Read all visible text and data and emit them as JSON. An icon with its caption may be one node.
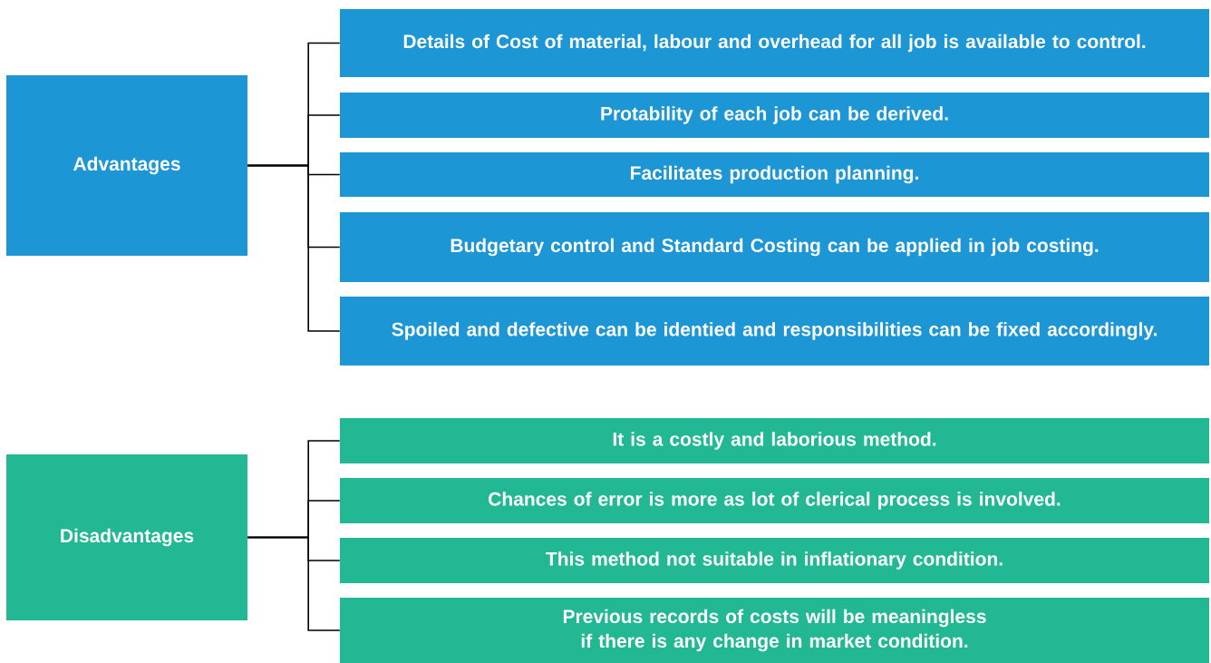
{
  "diagram": {
    "nodes": [
      {
        "text": [
          "Advantages"
        ]
      },
      {
        "text": [
          "Details of Cost of material, labour and overhead for all job is available to control."
        ]
      },
      {
        "text": [
          "Protability of each job can be derived."
        ]
      },
      {
        "text": [
          "Facilitates production planning."
        ]
      },
      {
        "text": [
          "Budgetary control and Standard Costing can be applied in job costing."
        ]
      },
      {
        "text": [
          "Spoiled and defective can be identied and responsibilities can be fixed accordingly."
        ]
      },
      {
        "text": [
          "Disadvantages"
        ]
      },
      {
        "text": [
          "It is a costly and laborious method."
        ]
      },
      {
        "text": [
          "Chances of error is more as lot of clerical process is involved."
        ]
      },
      {
        "text": [
          "This method not suitable in inflationary condition."
        ]
      },
      {
        "text": [
          "Previous records of costs will be meaningless if there is any change in market condition."
        ]
      }
    ],
    "edges": [
      {
        "from": 0,
        "to": 1,
        "arrow": "none"
      },
      {
        "from": 0,
        "to": 2,
        "arrow": "none"
      },
      {
        "from": 0,
        "to": 3,
        "arrow": "none"
      },
      {
        "from": 0,
        "to": 4,
        "arrow": "none"
      },
      {
        "from": 0,
        "to": 5,
        "arrow": "none"
      },
      {
        "from": 6,
        "to": 7,
        "arrow": "none"
      },
      {
        "from": 6,
        "to": 8,
        "arrow": "none"
      },
      {
        "from": 6,
        "to": 9,
        "arrow": "none"
      },
      {
        "from": 6,
        "to": 10,
        "arrow": "none"
      }
    ]
  }
}
